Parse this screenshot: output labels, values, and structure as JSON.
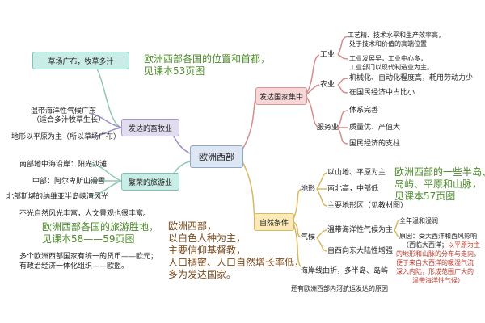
{
  "center": "欧洲西部",
  "left": {
    "pasture": "草场广布，牧草多汁",
    "husbandry": "发达的畜牧业",
    "reasons": [
      "温带海洋性气候广布",
      "（适合多汁牧草生长）",
      "地形以平原为主（所以草场广布）"
    ],
    "tourism": "繁荣的旅游业",
    "tourism_items": [
      "南部地中海沿岸：阳光沙滩",
      "中部：阿尔卑斯山滑雪",
      "北部斯堪的纳维亚半岛峡湾风光"
    ],
    "tourism_note": "不光自然风光丰富，人文景观也很丰富。",
    "euro_lines": [
      "多个欧洲西部国家有统一的货币——欧元；",
      "有政治经济一体化组织——欧盟。"
    ]
  },
  "notes": {
    "top_green": [
      "欧洲西部各国的位置和首都，",
      "见课本53页图"
    ],
    "mid_green": [
      "欧洲西部各国的旅游胜地，",
      "见课本58——59页图"
    ],
    "right_green": [
      "欧洲西部的一些半岛、",
      "岛屿、平原和山脉，",
      "见课本57页图"
    ],
    "brown": [
      "欧洲西部，",
      "以白色人种为主，",
      "主要信仰基督教，",
      "人口稠密、人口自然增长率低，",
      "多为发达国家。"
    ]
  },
  "developed": {
    "label": "发达国家集中",
    "industry": "工业",
    "industry_items": [
      "工艺精、技术水平和生产效率高，",
      "处于技术和价值的高端位置",
      "工业发展早，工业中心多，",
      "工业部门以现代制造业为主。"
    ],
    "agriculture": "农业",
    "agri_items": [
      "机械化、自动化程度高，耗用劳动力少",
      "在国民经济中占比小"
    ],
    "service": "服务业",
    "service_items": [
      "体系完善",
      "质量优、产值大",
      "国民经济的支柱"
    ]
  },
  "nature": {
    "label": "自然条件",
    "terrain": "地形",
    "terrain_items": [
      "以山地、平原为主",
      "南北高，中部低",
      "主要地形区（见教材图）"
    ],
    "climate": "气候",
    "climate_items": [
      "温带海洋性气候为主",
      "自西向东大陆性增强"
    ],
    "climate_notes": [
      "全年温和湿润",
      "原因：受大西洋和西风影响"
    ],
    "reason_detail": [
      "（西临大西洋；",
      "以平原为主",
      "的地形和山脉的分布与走向，",
      "便于来自大西洋的暖湿气流",
      "深入内陆，形成范围广大的",
      "温带海洋性气候）"
    ],
    "coast": "海岸线曲折，多半岛、岛屿",
    "bottom": "还有欧洲西部内河航运发达的原因"
  }
}
